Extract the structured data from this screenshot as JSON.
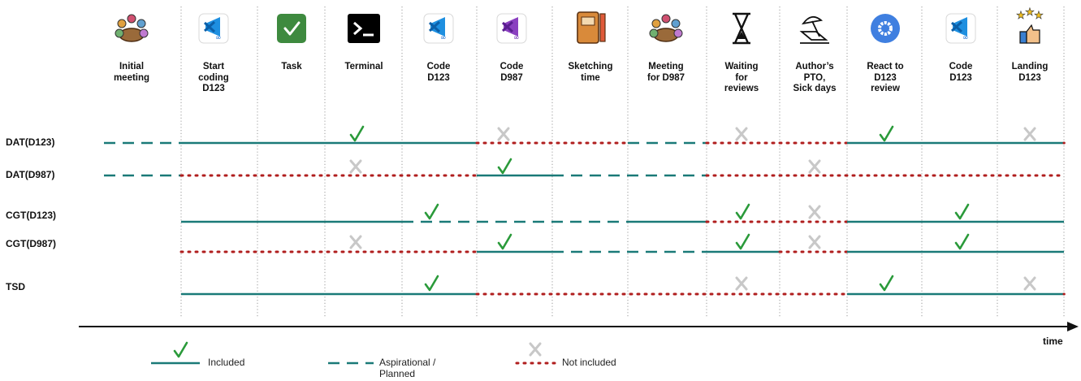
{
  "columns": [
    {
      "id": "initial-meeting",
      "lines": [
        "Initial",
        "meeting"
      ],
      "icon": "meeting-icon"
    },
    {
      "id": "start-coding-d123",
      "lines": [
        "Start",
        "coding",
        "D123"
      ],
      "icon": "vscode-icon"
    },
    {
      "id": "task",
      "lines": [
        "Task"
      ],
      "icon": "task-check-icon"
    },
    {
      "id": "terminal",
      "lines": [
        "Terminal"
      ],
      "icon": "terminal-icon"
    },
    {
      "id": "code-d123",
      "lines": [
        "Code",
        "D123"
      ],
      "icon": "vscode-icon"
    },
    {
      "id": "code-d987",
      "lines": [
        "Code",
        "D987"
      ],
      "icon": "vs-purple-icon"
    },
    {
      "id": "sketching-time",
      "lines": [
        "Sketching",
        "time"
      ],
      "icon": "notebook-icon"
    },
    {
      "id": "meeting-for-d987",
      "lines": [
        "Meeting",
        "for D987"
      ],
      "icon": "meeting-icon"
    },
    {
      "id": "waiting-for-reviews",
      "lines": [
        "Waiting",
        "for",
        "reviews"
      ],
      "icon": "hourglass-icon"
    },
    {
      "id": "authors-pto",
      "lines": [
        "Author’s",
        "PTO,",
        "Sick days"
      ],
      "icon": "beach-icon"
    },
    {
      "id": "react-to-d123-review",
      "lines": [
        "React to",
        "D123",
        "review"
      ],
      "icon": "settings-gear-icon"
    },
    {
      "id": "code-d123-2",
      "lines": [
        "Code",
        "D123"
      ],
      "icon": "vscode-icon"
    },
    {
      "id": "landing-d123",
      "lines": [
        "Landing",
        "D123"
      ],
      "icon": "thumbs-up-stars-icon"
    }
  ],
  "rows": [
    {
      "label": "DAT(D123)",
      "segments": [
        {
          "from": 0,
          "to": 1,
          "style": "planned"
        },
        {
          "from": 1,
          "to": 5,
          "style": "included"
        },
        {
          "from": 5,
          "to": 7,
          "style": "not_included"
        },
        {
          "from": 7,
          "to": 8,
          "style": "planned"
        },
        {
          "from": 8,
          "to": 10,
          "style": "not_included"
        },
        {
          "from": 10,
          "to": 12,
          "style": "included"
        },
        {
          "from": 12,
          "to": 13,
          "style": "not_included"
        }
      ],
      "marks": [
        {
          "col": 3,
          "type": "check"
        },
        {
          "col": 5,
          "type": "cross"
        },
        {
          "col": 8,
          "type": "cross"
        },
        {
          "col": 10,
          "type": "check"
        },
        {
          "col": 12,
          "type": "cross"
        }
      ]
    },
    {
      "label": "DAT(D987)",
      "segments": [
        {
          "from": 0,
          "to": 1,
          "style": "planned"
        },
        {
          "from": 1,
          "to": 5,
          "style": "not_included"
        },
        {
          "from": 5,
          "to": 6,
          "style": "included"
        },
        {
          "from": 6,
          "to": 8,
          "style": "planned"
        },
        {
          "from": 8,
          "to": 13,
          "style": "not_included"
        }
      ],
      "marks": [
        {
          "col": 3,
          "type": "cross"
        },
        {
          "col": 5,
          "type": "check"
        },
        {
          "col": 9,
          "type": "cross"
        }
      ]
    },
    {
      "label": "CGT(D123)",
      "segments": [
        {
          "from": 1,
          "to": 4,
          "style": "included"
        },
        {
          "from": 4,
          "to": 7,
          "style": "planned"
        },
        {
          "from": 7,
          "to": 8,
          "style": "included"
        },
        {
          "from": 8,
          "to": 10,
          "style": "not_included"
        },
        {
          "from": 10,
          "to": 13,
          "style": "included"
        }
      ],
      "marks": [
        {
          "col": 4,
          "type": "check"
        },
        {
          "col": 8,
          "type": "check"
        },
        {
          "col": 9,
          "type": "cross"
        },
        {
          "col": 11,
          "type": "check"
        }
      ]
    },
    {
      "label": "CGT(D987)",
      "segments": [
        {
          "from": 1,
          "to": 5,
          "style": "not_included"
        },
        {
          "from": 5,
          "to": 6,
          "style": "included"
        },
        {
          "from": 6,
          "to": 8,
          "style": "planned"
        },
        {
          "from": 8,
          "to": 9,
          "style": "included"
        },
        {
          "from": 9,
          "to": 10,
          "style": "not_included"
        },
        {
          "from": 10,
          "to": 13,
          "style": "included"
        }
      ],
      "marks": [
        {
          "col": 3,
          "type": "cross"
        },
        {
          "col": 5,
          "type": "check"
        },
        {
          "col": 8,
          "type": "check"
        },
        {
          "col": 9,
          "type": "cross"
        },
        {
          "col": 11,
          "type": "check"
        }
      ]
    },
    {
      "label": "TSD",
      "segments": [
        {
          "from": 1,
          "to": 5,
          "style": "included"
        },
        {
          "from": 5,
          "to": 10,
          "style": "not_included"
        },
        {
          "from": 10,
          "to": 12,
          "style": "included"
        },
        {
          "from": 12,
          "to": 13,
          "style": "not_included"
        }
      ],
      "marks": [
        {
          "col": 4,
          "type": "check"
        },
        {
          "col": 8,
          "type": "cross"
        },
        {
          "col": 10,
          "type": "check"
        },
        {
          "col": 12,
          "type": "cross"
        }
      ]
    }
  ],
  "axis": {
    "label": "time"
  },
  "legend": {
    "included": "Included",
    "planned_line1": "Aspirational /",
    "planned_line2": "Planned",
    "not_included": "Not included"
  },
  "colors": {
    "included": "#1a7a78",
    "planned": "#1a7a78",
    "not_included": "#b01e1e",
    "check": "#2a9a3a",
    "cross": "#c8c8c8",
    "axis": "#111111",
    "divider": "#9a9a9a"
  }
}
